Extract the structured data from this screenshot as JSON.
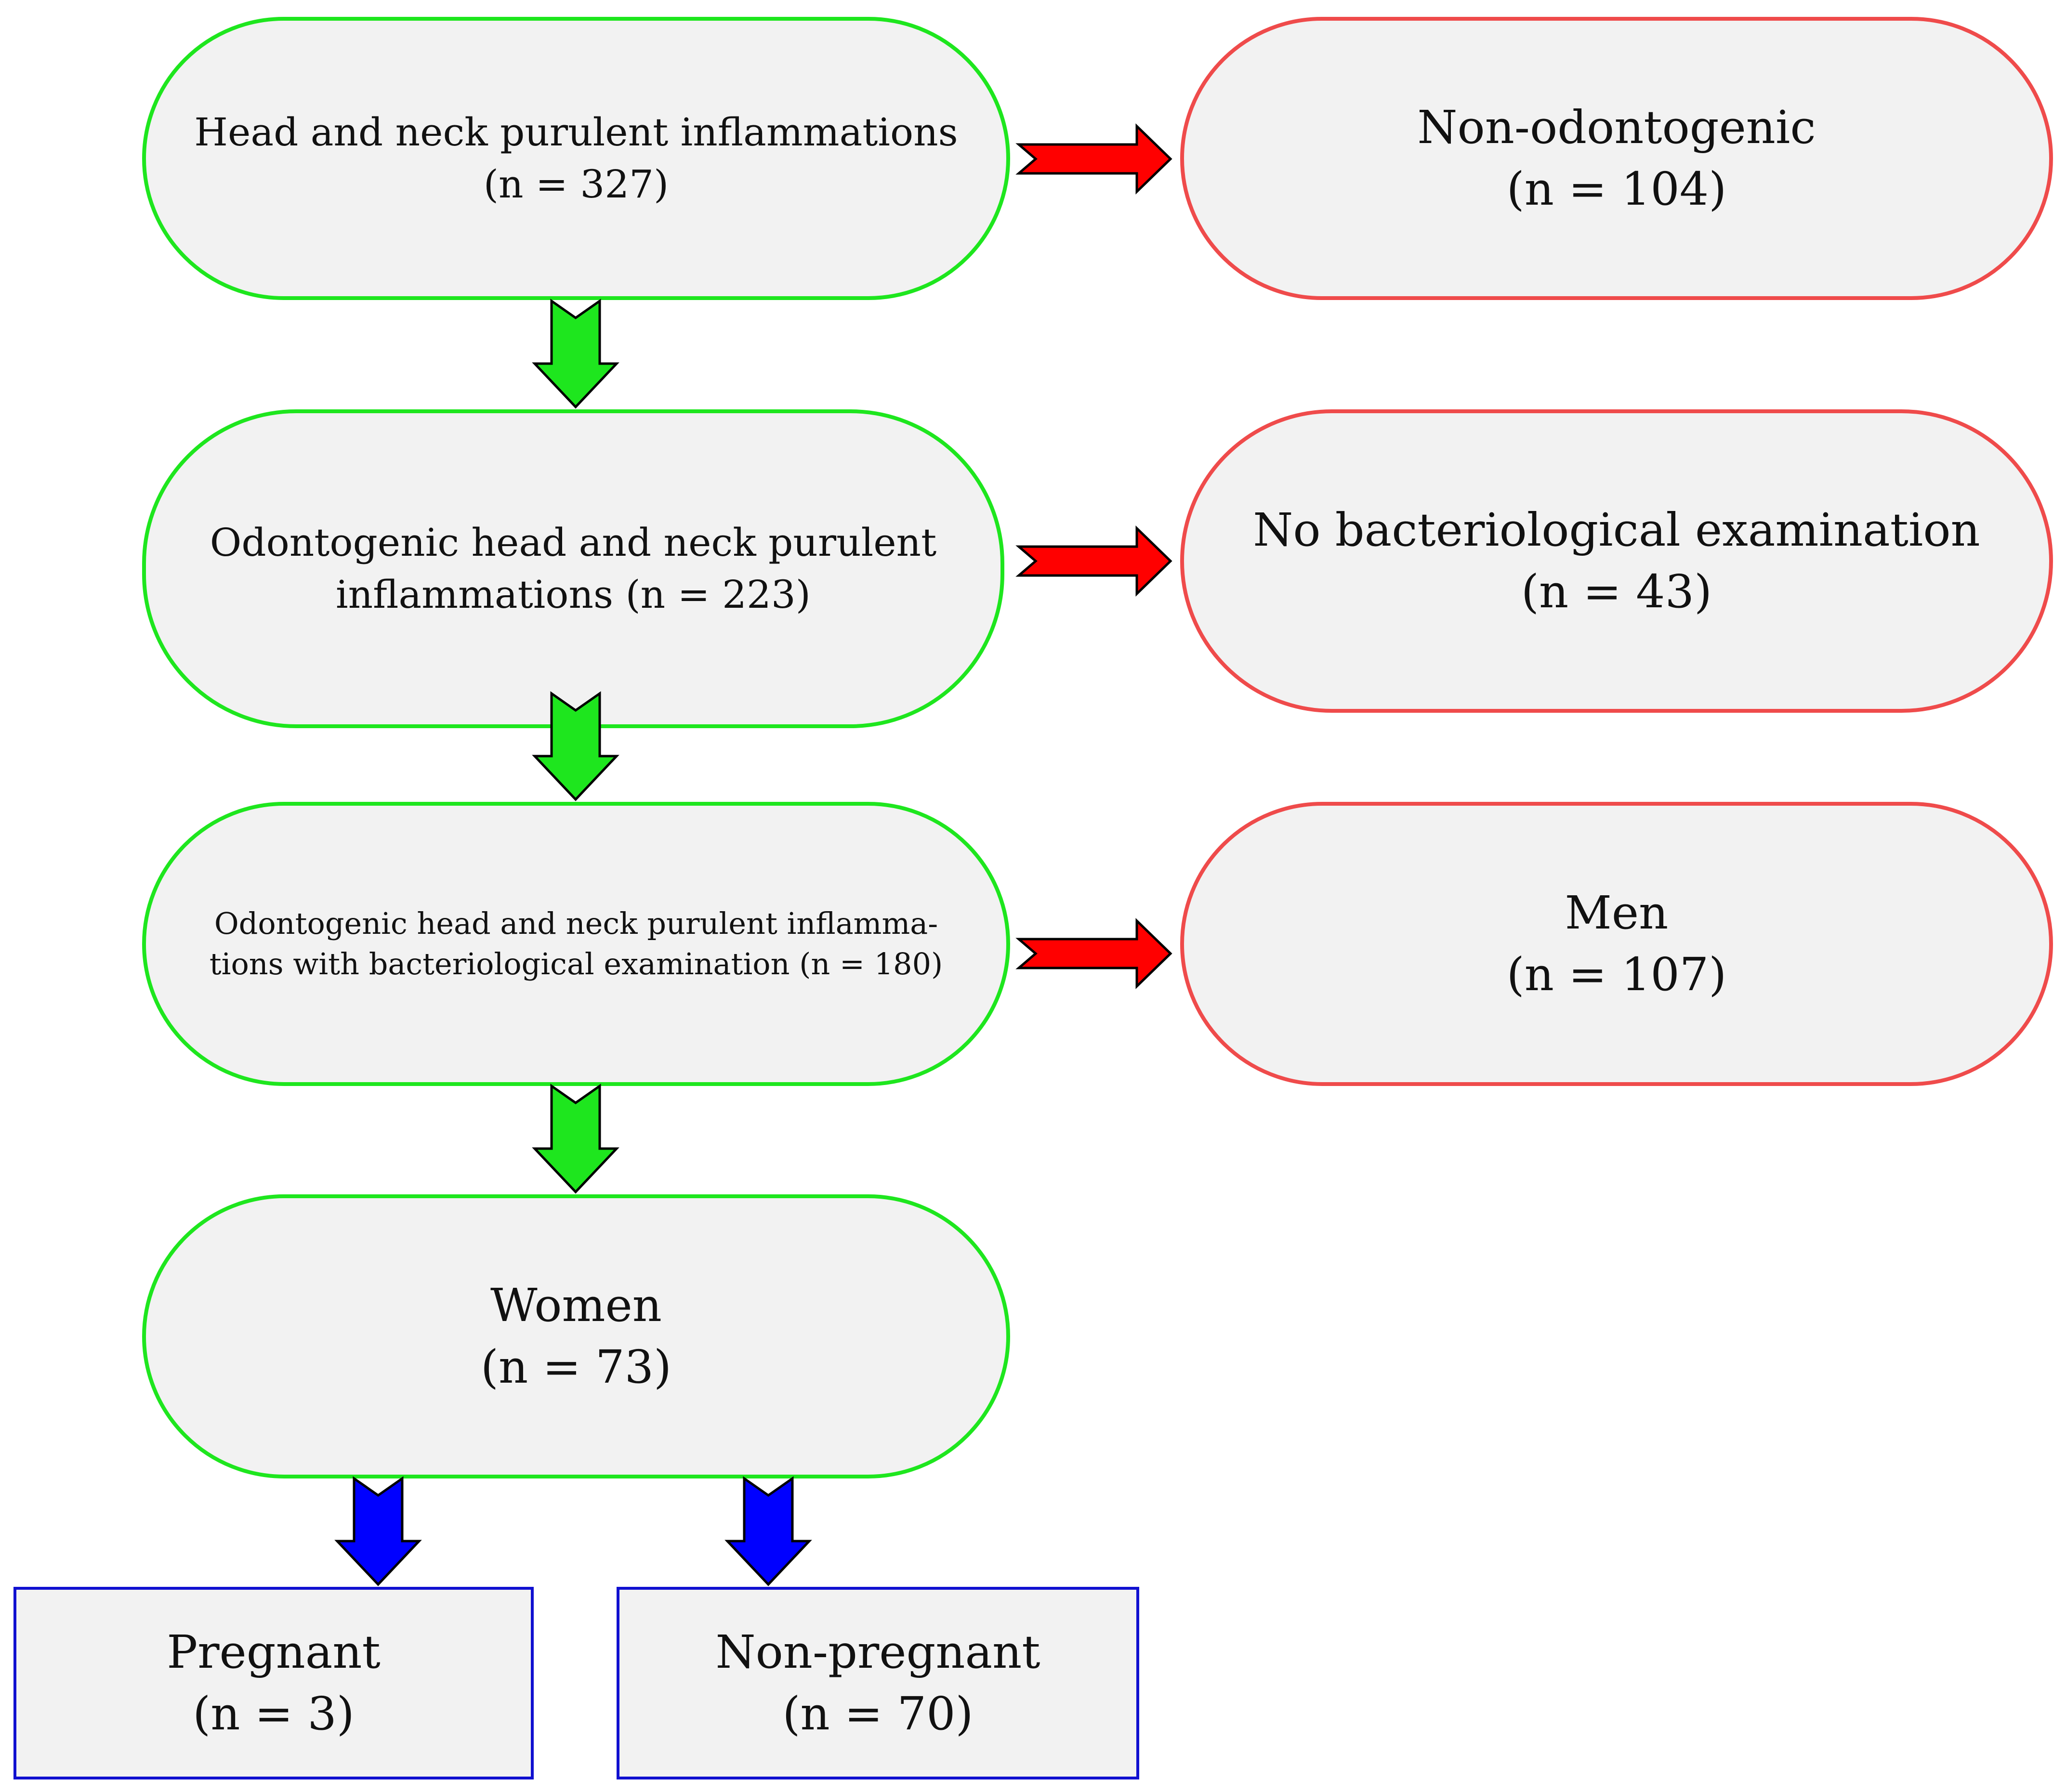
{
  "nodes": {
    "head_neck": {
      "title": "Head and neck purulent inflammations",
      "count": "(n = 327)"
    },
    "non_odontogenic": {
      "title": "Non-odontogenic",
      "count": "(n = 104)"
    },
    "odontogenic": {
      "title": "Odontogenic head and neck purulent",
      "count": "inflammations (n = 223)"
    },
    "no_bacterio": {
      "title": "No bacteriological examination",
      "count": "(n = 43)"
    },
    "odontogenic_bacterio": {
      "title": "Odontogenic head and neck purulent inflamma-",
      "count": "tions with bacteriological examination (n = 180)"
    },
    "men": {
      "title": "Men",
      "count": "(n = 107)"
    },
    "women": {
      "title": "Women",
      "count": "(n = 73)"
    },
    "pregnant": {
      "title": "Pregnant",
      "count": "(n = 3)"
    },
    "non_pregnant": {
      "title": "Non-pregnant",
      "count": "(n = 70)"
    }
  },
  "colors": {
    "included_border": "#1ee61e",
    "excluded_border": "#ef4b4b",
    "subgroup_border": "#1010d0",
    "down_arrow": "#1ee61e",
    "right_arrow": "#ff0000",
    "subgroup_arrow": "#0000ff",
    "box_fill": "#f2f2f2"
  }
}
